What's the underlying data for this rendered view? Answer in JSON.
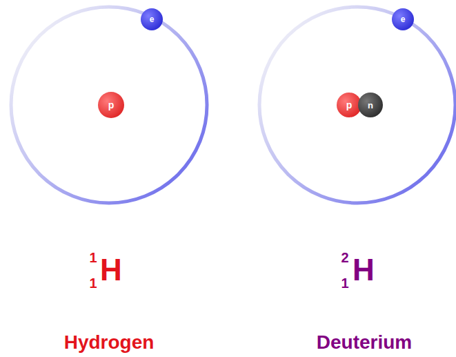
{
  "diagram": {
    "nodes": [
      {
        "text": [
          "e"
        ]
      },
      {
        "text": [
          "p"
        ]
      },
      {
        "text": [
          "e"
        ]
      },
      {
        "text": [
          "p"
        ]
      },
      {
        "text": [
          "n"
        ]
      }
    ],
    "labels": [
      "1",
      "1",
      "H",
      "Hydrogen",
      "2",
      "1",
      "H",
      "Deuterium"
    ]
  }
}
